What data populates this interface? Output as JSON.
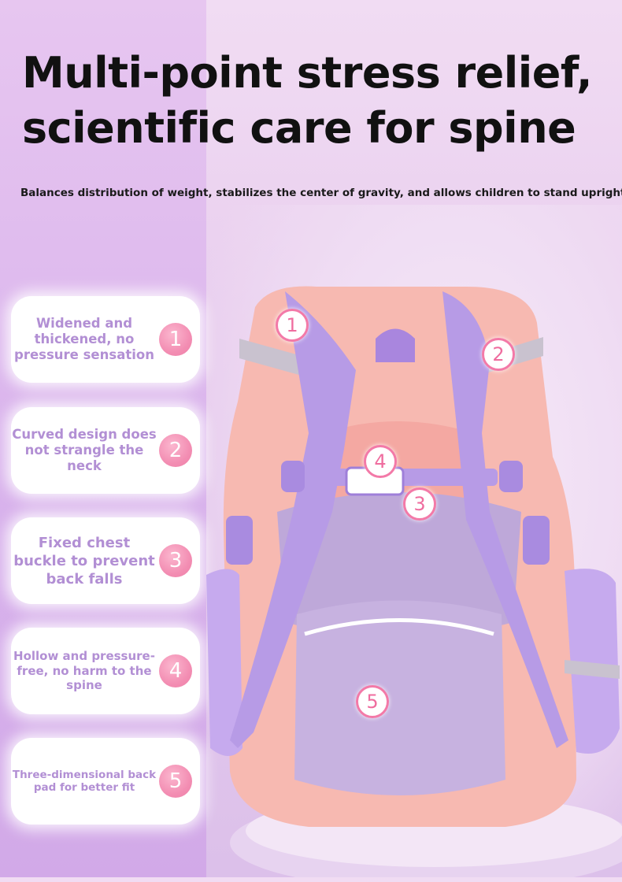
{
  "headline": {
    "line1": "Multi-point stress relief,",
    "line2": "scientific care for spine"
  },
  "subheadline": "Balances distribution of weight, stabilizes the center of gravity, and allows children to stand upright",
  "features": [
    {
      "text": "Widened and thickened, no pressure sensation",
      "number": "1"
    },
    {
      "text": "Curved design does not strangle the neck",
      "number": "2"
    },
    {
      "text": "Fixed chest buckle to prevent back falls",
      "number": "3"
    },
    {
      "text": "Hollow and pressure-free, no harm to the spine",
      "number": "4"
    },
    {
      "text": "Three-dimensional back pad for better fit",
      "number": "5"
    }
  ],
  "product_markers": [
    "1",
    "2",
    "3",
    "4",
    "5"
  ],
  "colors": {
    "accent_pink": "#f38eb3",
    "text_lavender": "#b28fd4",
    "backpack_pink": "#f6b6b2",
    "strap_purple": "#b79be6"
  }
}
